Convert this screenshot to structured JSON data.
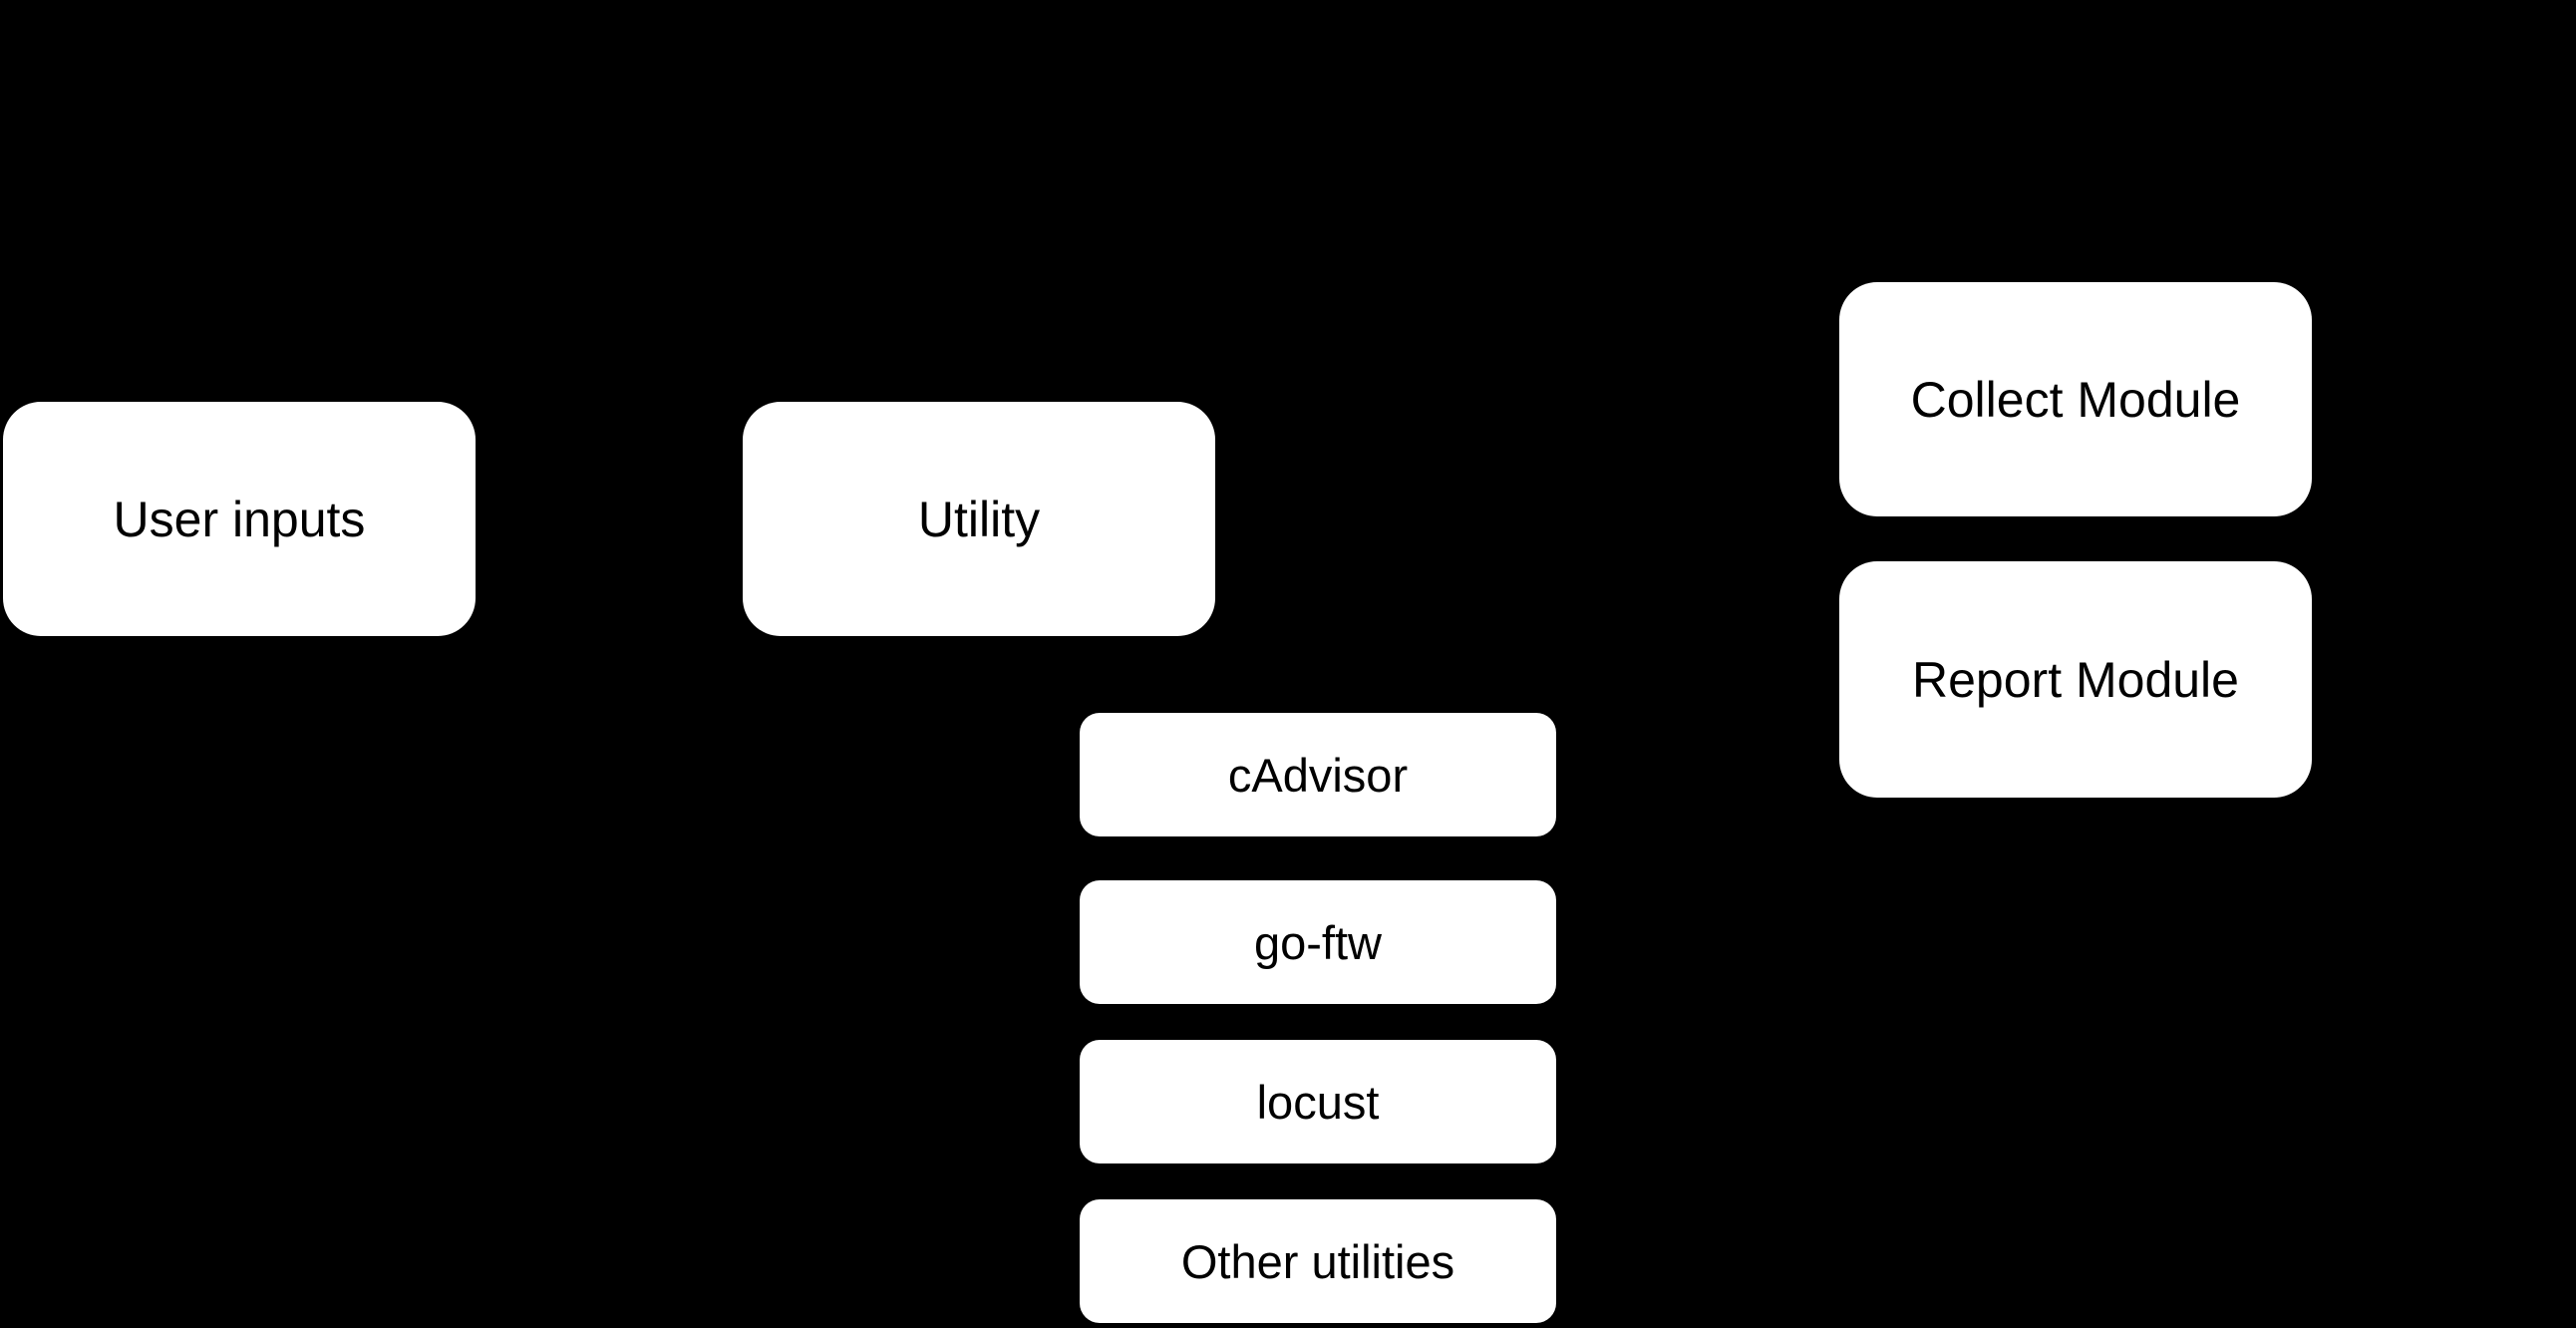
{
  "canvas": {
    "background_color": "#000000"
  },
  "diagram": {
    "node_fill_color": "#ffffff",
    "node_text_color": "#000000",
    "nodes": [
      {
        "id": "user-inputs",
        "label": "User inputs"
      },
      {
        "id": "utility",
        "label": "Utility"
      },
      {
        "id": "collect-module",
        "label": "Collect Module"
      },
      {
        "id": "report-module",
        "label": "Report Module"
      },
      {
        "id": "cadvisor",
        "label": "cAdvisor"
      },
      {
        "id": "go-ftw",
        "label": "go-ftw"
      },
      {
        "id": "locust",
        "label": "locust"
      },
      {
        "id": "other-utilities",
        "label": "Other utilities"
      }
    ]
  }
}
